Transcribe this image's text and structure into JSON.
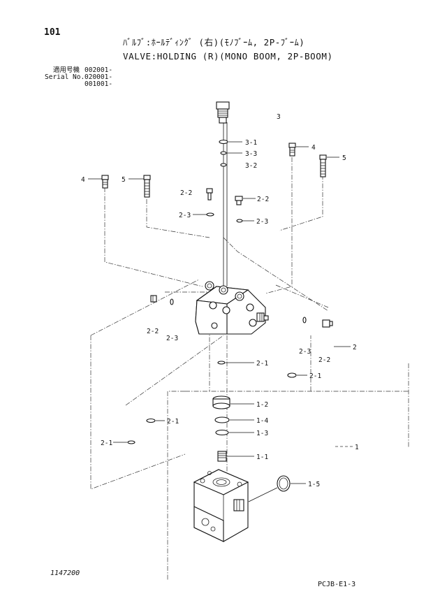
{
  "header": {
    "page_number": "101",
    "title_jp": "ﾊﾞﾙﾌﾞ:ﾎｰﾙﾃﾞｨﾝｸﾞ (右)(ﾓﾉﾌﾞｰﾑ, 2P-ﾌﾞｰﾑ)",
    "title_en": "VALVE:HOLDING (R)(MONO BOOM, 2P-BOOM)"
  },
  "serial": {
    "label_jp": "適用号機",
    "label_en": "Serial No.",
    "numbers": [
      "002001-",
      "020001-",
      "001001-"
    ]
  },
  "callouts": {
    "c1": "1",
    "c1_1": "1-1",
    "c1_2": "1-2",
    "c1_3": "1-3",
    "c1_4": "1-4",
    "c1_5": "1-5",
    "c2": "2",
    "c2_1a": "2-1",
    "c2_1b": "2-1",
    "c2_1c": "2-1",
    "c2_1d": "2-1",
    "c2_2a": "2-2",
    "c2_2b": "2-2",
    "c2_2c": "2-2",
    "c2_2d": "2-2",
    "c2_3a": "2-3",
    "c2_3b": "2-3",
    "c2_3c": "2-3",
    "c2_3d": "2-3",
    "c3": "3",
    "c3_1": "3-1",
    "c3_2": "3-2",
    "c3_3": "3-3",
    "c4a": "4",
    "c4b": "4",
    "c5a": "5",
    "c5b": "5"
  },
  "footer": {
    "drawing_number": "1147200",
    "page_code": "PCJB-E1-3"
  }
}
